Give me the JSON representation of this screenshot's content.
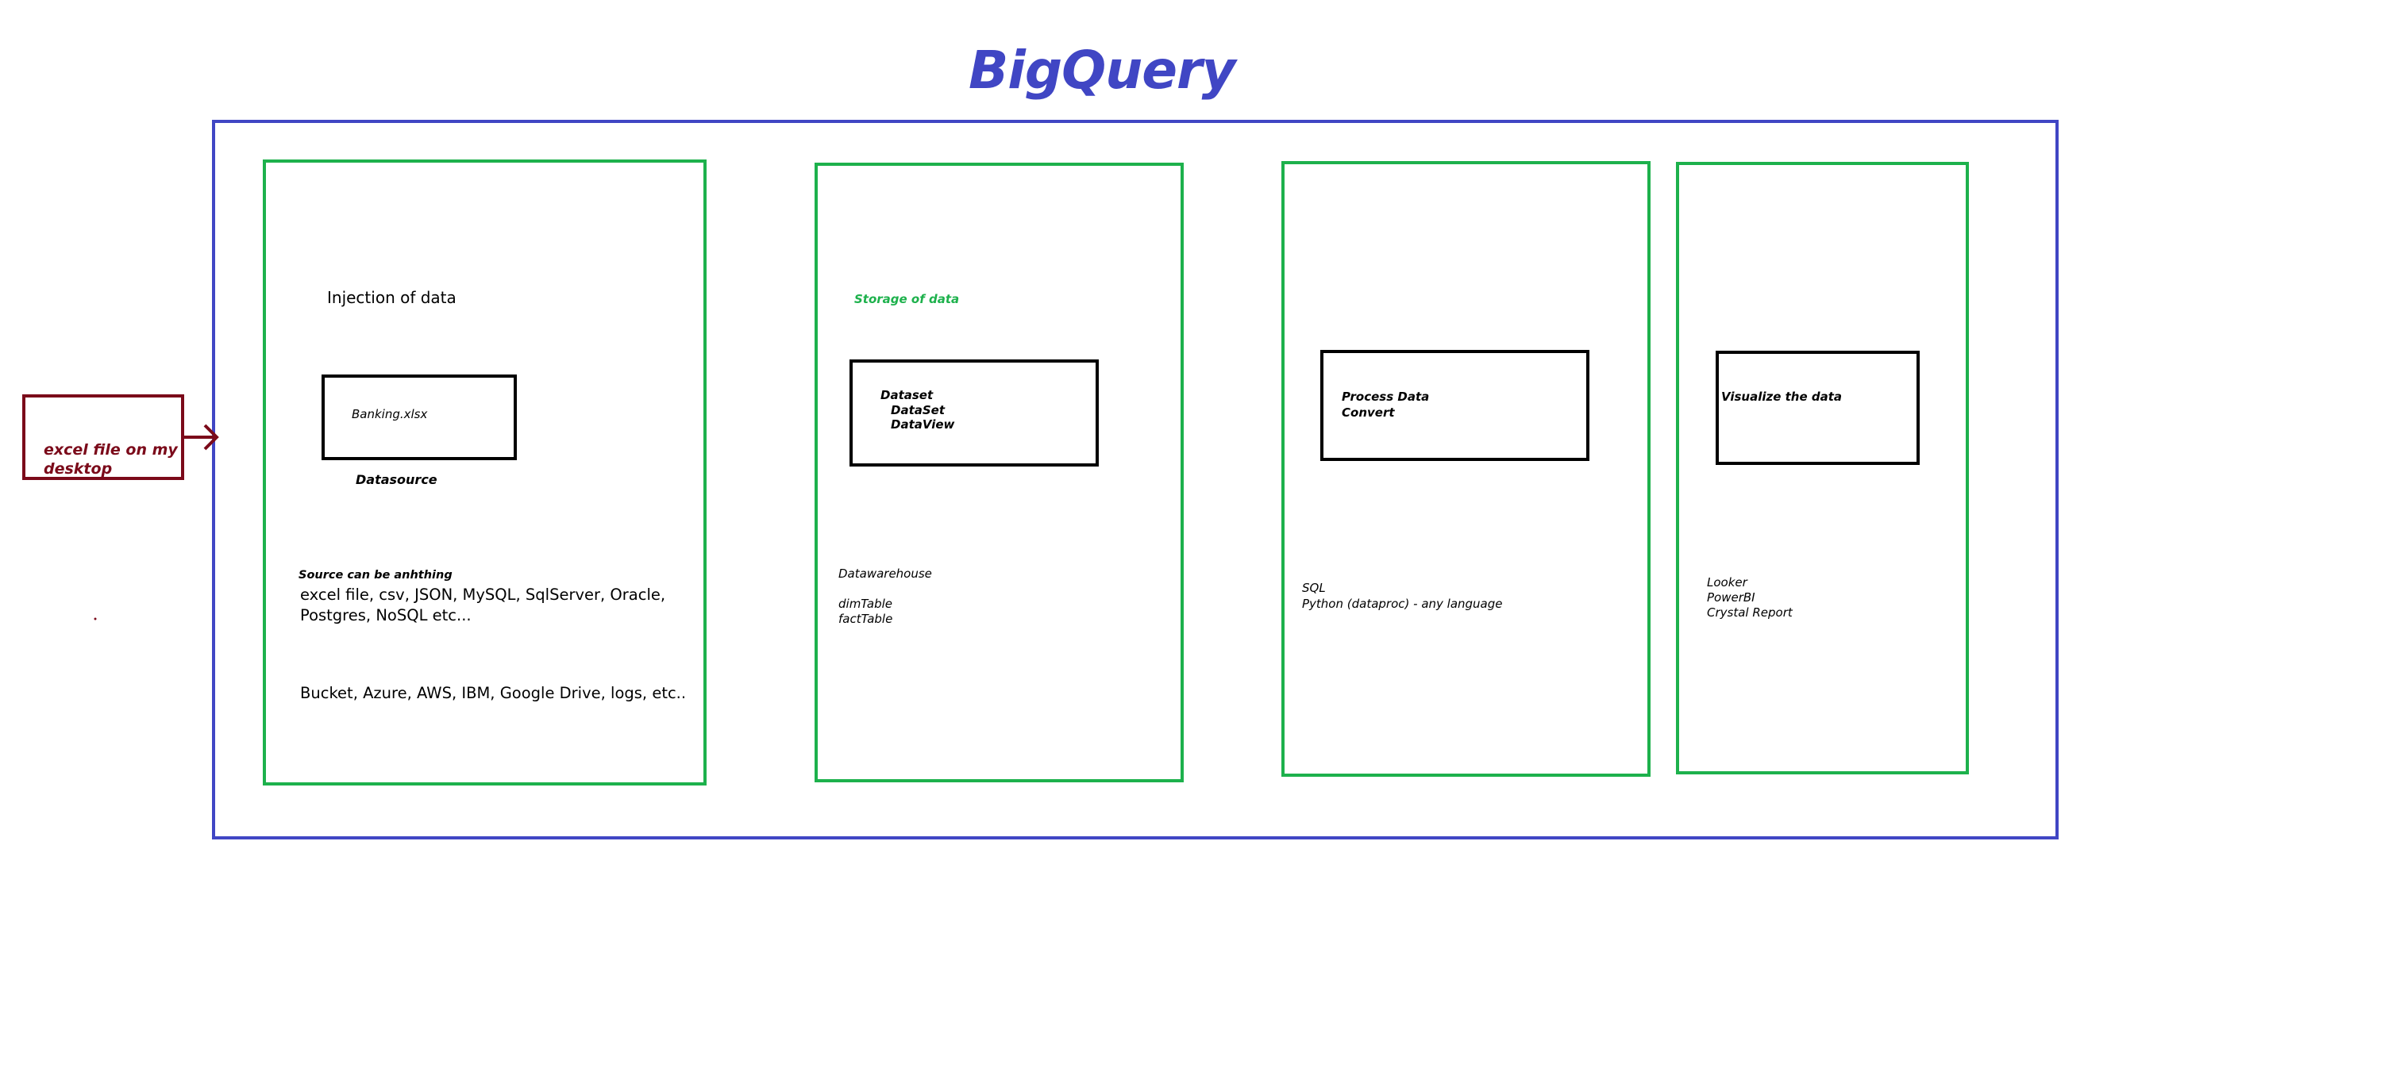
{
  "colors": {
    "background": "#ffffff",
    "title": "#4046c4",
    "outer_frame": "#4046c4",
    "stage_frame": "#1db14c",
    "inner_box": "#000000",
    "storage_heading": "#1db14c",
    "external_source": "#7b0a1a",
    "text": "#000000"
  },
  "title": "BigQuery",
  "external_source": {
    "label": "excel file on my desktop",
    "arrow_icon": "arrow-right-icon"
  },
  "stages": {
    "ingestion": {
      "heading": "Injection of data",
      "box_label": "Banking.xlsx",
      "box_caption": "Datasource",
      "source_heading": "Source can be anhthing",
      "source_line_1": "excel file, csv, JSON, MySQL, SqlServer, Oracle,",
      "source_line_2": "Postgres, NoSQL etc...",
      "source_line_3": "Bucket, Azure, AWS, IBM, Google Drive, logs, etc.."
    },
    "storage": {
      "heading": "Storage of data",
      "box_line_1": "Dataset",
      "box_line_2": "DataSet",
      "box_line_3": "DataView",
      "note_1": "Datawarehouse",
      "note_2": "dimTable",
      "note_3": "factTable"
    },
    "processing": {
      "box_line_1": "Process Data",
      "box_line_2": "Convert",
      "note_1": "SQL",
      "note_2": "Python (dataproc) - any language"
    },
    "visualization": {
      "box_line_1": "Visualize the data",
      "note_1": "Looker",
      "note_2": "PowerBI",
      "note_3": "Crystal Report"
    }
  }
}
